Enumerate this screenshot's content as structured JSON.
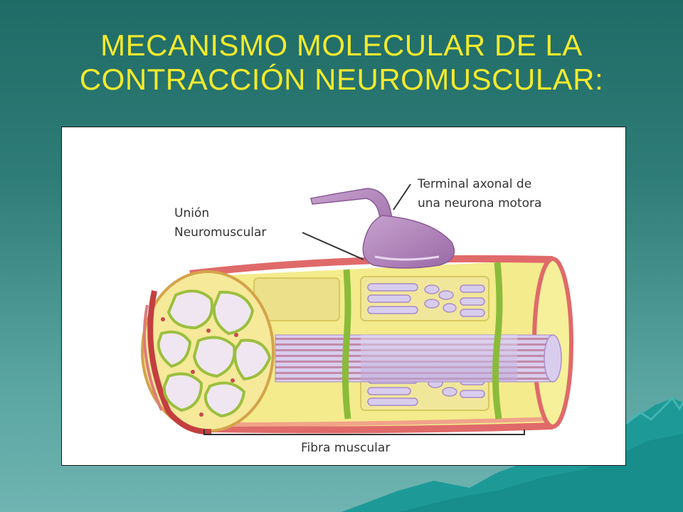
{
  "slide": {
    "title_line1": "MECANISMO MOLECULAR DE LA",
    "title_line2": "CONTRACCIÓN NEUROMUSCULAR:"
  },
  "diagram": {
    "label_axon_line1": "Terminal axonal de",
    "label_axon_line2": "una neurona motora",
    "label_junction_line1": "Unión",
    "label_junction_line2": "Neuromuscular",
    "label_fiber": "Fibra muscular"
  },
  "colors": {
    "title": "#f2ea2e",
    "background_top": "#1f6b66",
    "background_bottom": "#6fb4b1",
    "mountain": "#1d9a98",
    "neuron": "#b78ac0",
    "myofibril": "#c9b8e3",
    "sarcolemma": "#e06a6a",
    "cytoplasm": "#f4eb8c"
  }
}
